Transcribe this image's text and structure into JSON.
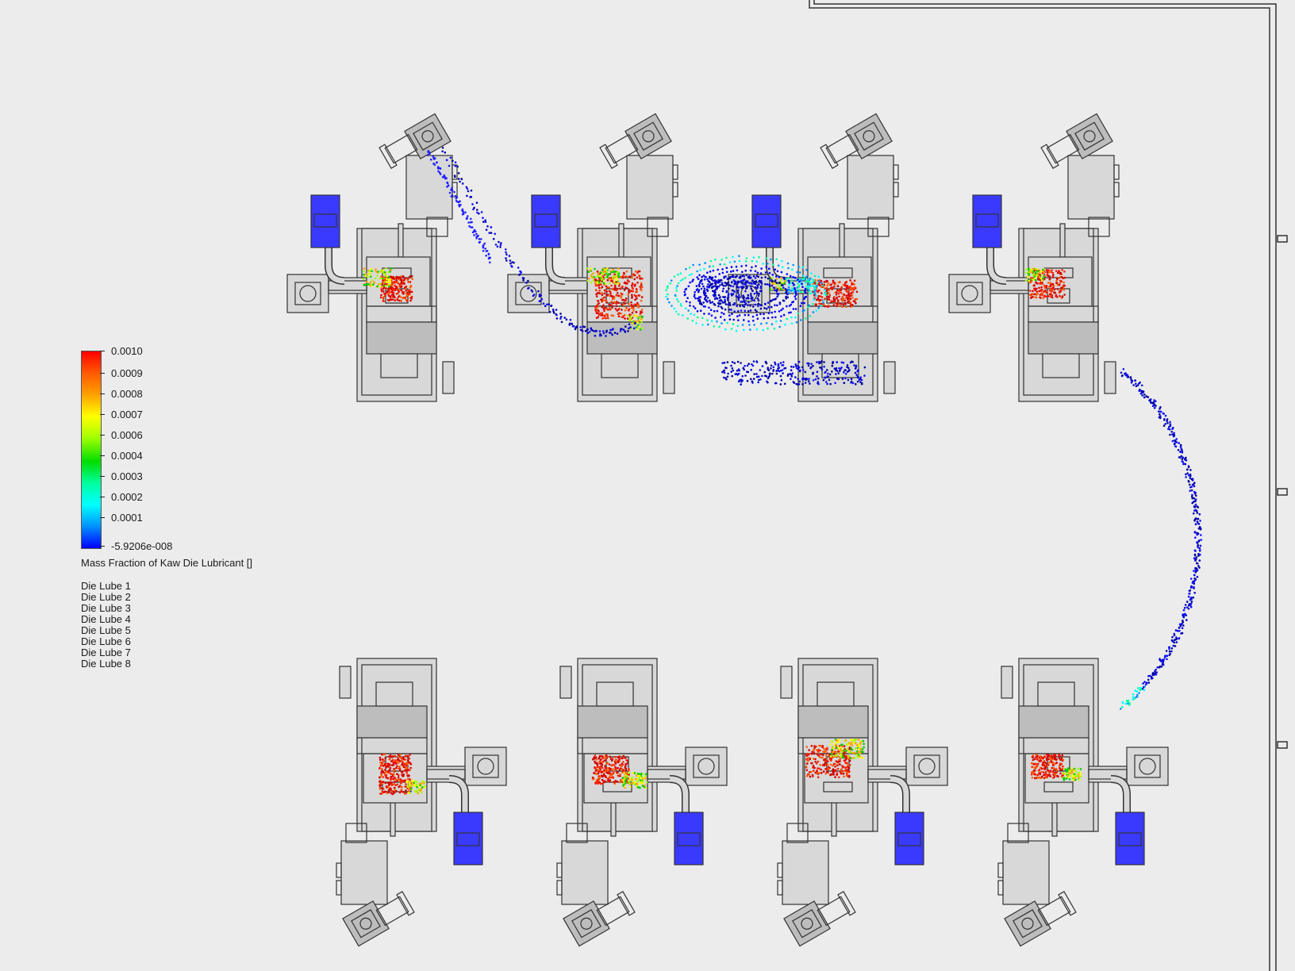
{
  "legend": {
    "title": "Mass Fraction of Kaw Die Lubricant []",
    "ticks": [
      "0.0010",
      "0.0009",
      "0.0008",
      "0.0007",
      "0.0006",
      "0.0004",
      "0.0003",
      "0.0002",
      "0.0001",
      "-5.9206e-008"
    ],
    "colors": [
      "#ff0000",
      "#ff5a00",
      "#ffa000",
      "#ffff00",
      "#a0ff00",
      "#00dd00",
      "#00ffa0",
      "#00ffff",
      "#0090ff",
      "#0000ff"
    ],
    "series": [
      "Die Lube 1",
      "Die Lube 2",
      "Die Lube 3",
      "Die Lube 4",
      "Die Lube 5",
      "Die Lube 6",
      "Die Lube 7",
      "Die Lube 8"
    ]
  },
  "colors": {
    "background": "#ececec",
    "equipment_fill": "#d8d8d8",
    "equipment_dark": "#bdbdbd",
    "equipment_stroke": "#333333",
    "pump_blue": "#3a3aff"
  }
}
